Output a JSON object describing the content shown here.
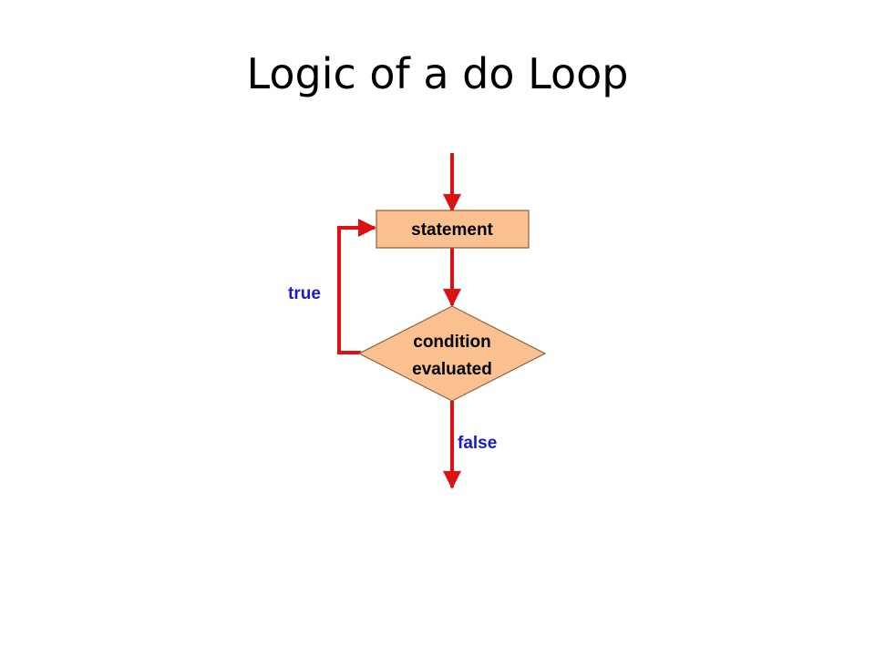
{
  "title": "Logic of a do Loop",
  "colors": {
    "node_fill": "#FAC090",
    "node_stroke": "#8A6040",
    "arrow": "#DD1111",
    "label": "#1A1ACC"
  },
  "diagram": {
    "nodes": [
      {
        "id": "statement",
        "shape": "rectangle",
        "text": "statement"
      },
      {
        "id": "condition",
        "shape": "diamond",
        "text_lines": [
          "condition",
          "evaluated"
        ]
      }
    ],
    "edges": [
      {
        "from": "entry",
        "to": "statement",
        "label": ""
      },
      {
        "from": "statement",
        "to": "condition",
        "label": ""
      },
      {
        "from": "condition",
        "to": "statement",
        "label": "true"
      },
      {
        "from": "condition",
        "to": "exit",
        "label": "false"
      }
    ]
  }
}
